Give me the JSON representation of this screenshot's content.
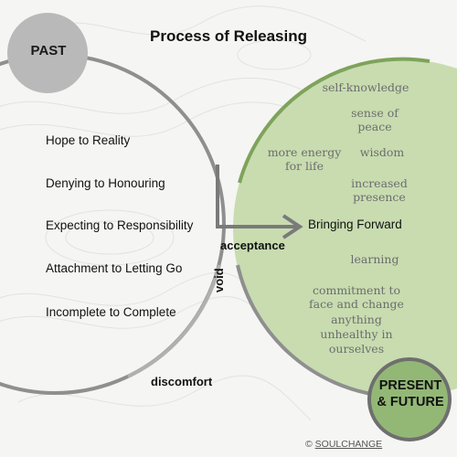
{
  "title": "Process of Releasing",
  "past": {
    "label": "PAST",
    "items": [
      "Hope to Reality",
      "Denying to Honouring",
      "Expecting to Responsibility",
      "Attachment to Letting Go",
      "Incomplete to Complete"
    ]
  },
  "transition": {
    "acceptance": "acceptance",
    "void": "void",
    "discomfort": "discomfort",
    "bringing_forward": "Bringing Forward"
  },
  "present": {
    "label_line1": "PRESENT",
    "label_line2": "& FUTURE",
    "benefits": {
      "self_knowledge": "self-knowledge",
      "sense_of_peace_1": "sense of",
      "sense_of_peace_2": "peace",
      "more_energy_1": "more energy",
      "more_energy_2": "for life",
      "wisdom": "wisdom",
      "increased_presence_1": "increased",
      "increased_presence_2": "presence",
      "learning": "learning",
      "commitment_1": "commitment to",
      "commitment_2": "face and change",
      "commitment_3": "anything",
      "commitment_4": "unhealthy in",
      "commitment_5": "ourselves"
    }
  },
  "credit": {
    "symbol": "©",
    "brand": "SOULCHANGE"
  },
  "colors": {
    "background": "#f5f5f3",
    "ring_gray": "#8f8f8f",
    "past_circle": "#b9b9b9",
    "present_fill": "#c8dcb0",
    "present_ring": "#7ea35a",
    "present_badge": "#93b876",
    "arrow": "#7a7a7a"
  }
}
